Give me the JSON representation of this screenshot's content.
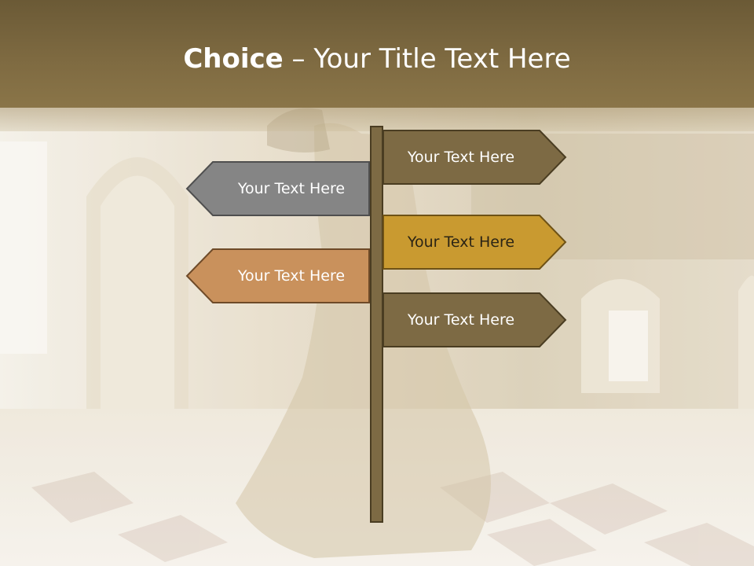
{
  "slide": {
    "title_bold": "Choice",
    "title_sep": " – ",
    "title_rest": "Your Title Text Here"
  },
  "signs": [
    {
      "label": "Your Text Here",
      "direction": "right",
      "fill": "#7d6a44"
    },
    {
      "label": "Your Text Here",
      "direction": "left",
      "fill": "#858585"
    },
    {
      "label": "Your Text Here",
      "direction": "right",
      "fill": "#c99a30"
    },
    {
      "label": "Your Text Here",
      "direction": "left",
      "fill": "#c9915c"
    },
    {
      "label": "Your Text Here",
      "direction": "right",
      "fill": "#7d6a44"
    }
  ],
  "colors": {
    "header": "#7e6a41",
    "post": "#7d6a44",
    "outline": "#4a3d22"
  }
}
